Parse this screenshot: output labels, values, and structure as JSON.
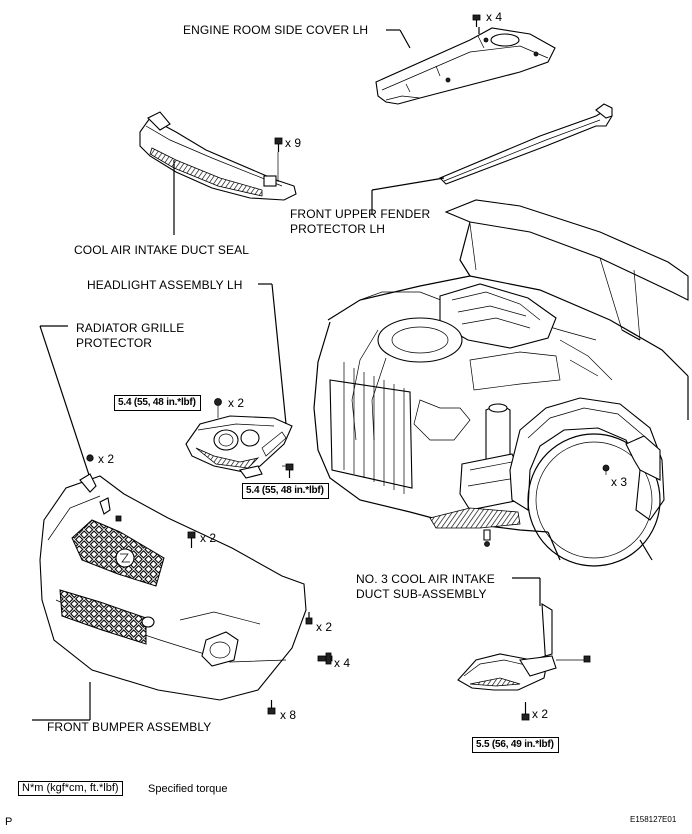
{
  "labels": {
    "engine_room_side_cover": "ENGINE ROOM SIDE COVER LH",
    "front_upper_fender_1": "FRONT UPPER FENDER",
    "front_upper_fender_2": "PROTECTOR LH",
    "cool_air_intake_duct_seal": "COOL AIR INTAKE DUCT SEAL",
    "headlight_assembly": "HEADLIGHT ASSEMBLY LH",
    "radiator_grille_1": "RADIATOR GRILLE",
    "radiator_grille_2": "PROTECTOR",
    "no3_duct_1": "NO. 3 COOL AIR INTAKE",
    "no3_duct_2": "DUCT SUB-ASSEMBLY",
    "front_bumper": "FRONT BUMPER ASSEMBLY"
  },
  "quantities": {
    "cover_x4": "x 4",
    "seal_x9": "x 9",
    "headlight_x2": "x 2",
    "grille_x2": "x 2",
    "bumper_top_x2": "x 2",
    "bumper_side_x2": "x 2",
    "bumper_side_x4": "x 4",
    "bumper_bottom_x8": "x 8",
    "fender_x3": "x 3",
    "duct_x2": "x 2"
  },
  "torques": {
    "headlight_upper": "5.4 (55, 48 in.*lbf)",
    "headlight_lower": "5.4 (55, 48 in.*lbf)",
    "duct": "5.5 (56, 49 in.*lbf)"
  },
  "legend": {
    "box": "N*m (kgf*cm, ft.*lbf)",
    "text": "Specified torque"
  },
  "footer": {
    "page_mark": "P",
    "figure_code": "E158127E01"
  }
}
